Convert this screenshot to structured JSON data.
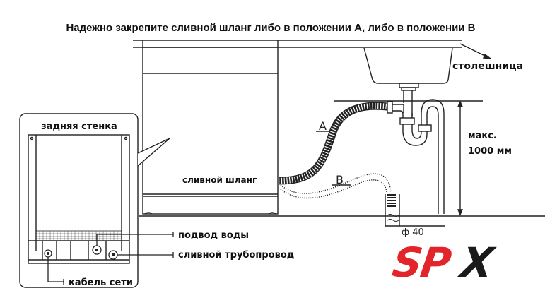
{
  "title": "Надежно закрепите сливной шланг либо в положении А, либо в положении В",
  "labels": {
    "countertop": "столешница",
    "max_height_line1": "макс.",
    "max_height_line2": "1000 мм",
    "back_wall": "задняя стенка",
    "drain_hose": "сливной шланг",
    "water_inlet": "подвод воды",
    "drain_pipe": "сливной трубопровод",
    "power_cable": "кабель сети",
    "position_a": "A",
    "position_b": "B",
    "pipe_diameter": "ф 40"
  },
  "logo": {
    "part1": "SP",
    "part2": "X",
    "color1": "#e3242b",
    "color2": "#1a1a1a"
  }
}
